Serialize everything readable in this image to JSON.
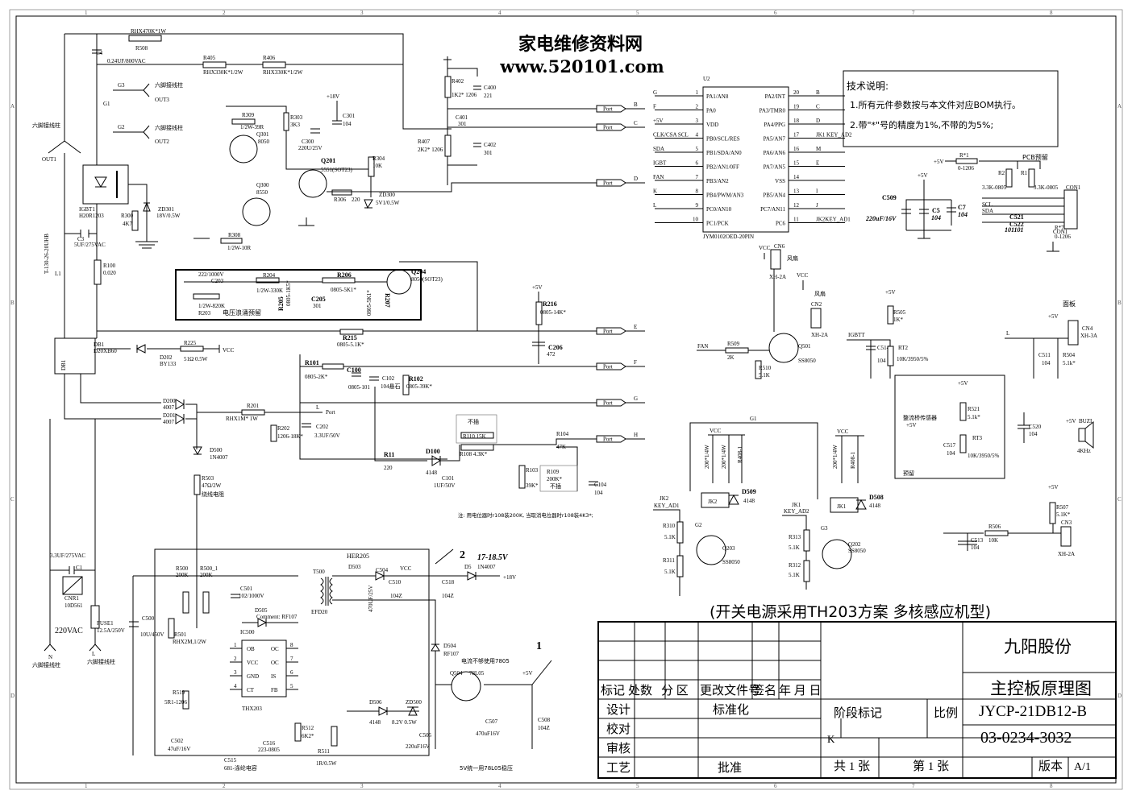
{
  "watermark": {
    "line1": "家电维修资料网",
    "line2": "www.520101.com"
  },
  "grid": {
    "cols": [
      "1",
      "2",
      "3",
      "4",
      "5",
      "6",
      "7",
      "8"
    ],
    "rows": [
      "A",
      "B",
      "C",
      "D"
    ]
  },
  "notes": {
    "title": "技术说明:",
    "line1": "1.所有元件参数按与本文件对应BOM执行。",
    "line2": "2.带\"*\"号的精度为1%,不带的为5%;"
  },
  "subtitle": "(开关电源采用TH203方案  多核感应机型)",
  "mcu": {
    "ref": "U2",
    "part": "JYM0102OED-20PIN",
    "left_pins": [
      {
        "num": "1",
        "name": "PA1/AN8",
        "net": "G"
      },
      {
        "num": "2",
        "name": "PA0",
        "net": "F"
      },
      {
        "num": "3",
        "name": "VDD",
        "net": "+5V"
      },
      {
        "num": "4",
        "name": "PB0/SCL/RES",
        "net": "CLK/CSA SCL"
      },
      {
        "num": "5",
        "name": "PB1/SDA/AN0",
        "net": "SDA"
      },
      {
        "num": "6",
        "name": "PB2/AN1/0FF",
        "net": "IGBT"
      },
      {
        "num": "7",
        "name": "PB3/AN2",
        "net": "FAN"
      },
      {
        "num": "8",
        "name": "PB4/PWM/AN3",
        "net": "K"
      },
      {
        "num": "9",
        "name": "PC0/AN10",
        "net": "L"
      },
      {
        "num": "10",
        "name": "PC1/PCK",
        "net": ""
      }
    ],
    "right_pins": [
      {
        "num": "20",
        "name": "PA2/INT",
        "net": "B"
      },
      {
        "num": "19",
        "name": "PA3/TMR0",
        "net": "C"
      },
      {
        "num": "18",
        "name": "PA4/PPG",
        "net": "D"
      },
      {
        "num": "17",
        "name": "PA5/AN7",
        "net": "JK1 KEY_AD2"
      },
      {
        "num": "16",
        "name": "PA6/AN6",
        "net": "M"
      },
      {
        "num": "15",
        "name": "PA7/AN5",
        "net": "E"
      },
      {
        "num": "14",
        "name": "VSS",
        "net": ""
      },
      {
        "num": "13",
        "name": "PB5/AN4",
        "net": "I"
      },
      {
        "num": "12",
        "name": "PC7/AN11",
        "net": "J"
      },
      {
        "num": "11",
        "name": "PC6",
        "net": "JK2KEY_AD1"
      }
    ]
  },
  "labels": {
    "out1": "OUT1",
    "six_pin": "六脚接线柱",
    "g3": "G3",
    "out3": "OUT3",
    "g2": "G2",
    "out2": "OUT2",
    "r508": "RHX470K*1W",
    "r508_ref": "R508",
    "c4": "C4",
    "c4_val": "0.24UF/800VAC",
    "r405": "R405",
    "r405_val": "RHX330K*1/2W",
    "r406": "R406",
    "r406_val": "RHX330K*1/2W",
    "r402": "R402",
    "r402_val": "1K2* 1206",
    "c400": "C400",
    "c400_val": "221",
    "c401": "C401",
    "c401_val": "301",
    "r407": "R407",
    "r407_val": "2K2* 1206",
    "c402": "C402",
    "c402_val": "301",
    "g1": "G1",
    "plus18": "+18V",
    "r309": "R309",
    "r309_val": "1/2W-39R",
    "q301": "Q301",
    "q301_val": "8050",
    "r303": "R303",
    "r303_val": "3K3",
    "c301": "C301",
    "c301_val": "104",
    "c300": "C300",
    "c300_val": "220U/25V",
    "q201": "Q201",
    "q201_val": "5551(SOT23)",
    "r304": "R304",
    "r304_val": "10K",
    "q300": "Q300",
    "q300_val": "8550",
    "r306": "R306",
    "r306_val": "220",
    "zd300": "ZD300",
    "zd300_val": "5V1/0.5W",
    "igbt": "IGBT1",
    "igbt_val": "H20R1203",
    "r300": "R300",
    "r300_val": "4K7",
    "zd301": "ZD301",
    "zd301_val": "18V/0.5W",
    "r308": "R308",
    "r308_val": "1/2W-10R",
    "c3": "C3",
    "c3_val": "5UF/275VAC",
    "l1": "L1",
    "l1_val": "T-130-26-20UHB",
    "r100": "R100",
    "r100_val": "0.020",
    "c203": "222/1000V",
    "c203_ref": "C203",
    "r204": "R204",
    "r204_val": "1/2W-330K",
    "r206": "R206",
    "r206_val": "0805-5K1*",
    "r205": "R205",
    "r205_val": "0805-1K5*",
    "c205": "C205",
    "c205_val": "301",
    "r207": "R207",
    "r207_val": "0805-5K1*",
    "r203": "R203",
    "r203_val": "1/2W-820K",
    "surge_note": "电压浪涌预留",
    "q204": "Q204",
    "q204_val": "8050(SOT23)",
    "r215": "R215",
    "r215_val": "0805-5.1K*",
    "r216": "R216",
    "r216_val": "0805-14K*",
    "c206": "C206",
    "c206_val": "472",
    "plus5": "+5V",
    "db1": "DB1",
    "db1_val": "D20XB60",
    "d202": "D202",
    "d202_val": "BY133",
    "r225": "R225",
    "r225_val": "51Ω 0.5W",
    "vcc": "VCC",
    "r101": "R101",
    "r101_val": "0805-2K*",
    "c100": "C100",
    "c100_val": "0805-101",
    "c102": "C102",
    "c102_val": "104悬石",
    "r102": "R102",
    "r102_val": "0805-39K*",
    "d200": "D200",
    "d200_val": "4007",
    "d201": "D201",
    "d201_val": "4007",
    "r201": "R201",
    "r201_val": "RHX1M* 1W",
    "r202": "R202",
    "r202_val": "1206-18K*",
    "c202": "C202",
    "c202_val": "3.3UF/50V",
    "d500": "D500",
    "d500_val": "1N4007",
    "r503": "R503",
    "r503_val": "47Ω/2W",
    "r503_note": "绕线电阻",
    "r11": "R11",
    "r11_val": "220",
    "d100": "D100",
    "d100_val": "4148",
    "c101": "C101",
    "c101_val": "1UF/50V",
    "no_fit": "不插",
    "r110": "R110  15K",
    "r108": "R108 4.3K*",
    "r103": "R103",
    "r103_val": "39K*",
    "r109": "R109",
    "r109_val": "200K*",
    "r109_note": "不插",
    "r104": "R104",
    "r104_val": "47K",
    "c104": "C104",
    "c104_val": "104",
    "pot_note": "注: 用电位器时r108装200K, 当取消电位器时r108装4K3*;",
    "port": "Port",
    "c1": "C1",
    "c1_val": "3.3UF/275VAC",
    "cnr1": "CNR1",
    "cnr1_val": "10D561",
    "ac220": "220VAC",
    "fuse": "FUSE1",
    "fuse_val": "12.5A/250V",
    "n": "N",
    "l": "L",
    "c500": "C500",
    "c500_val": "10U/450V",
    "r500": "R500",
    "r500_val": "200K",
    "r500_1": "R500_1",
    "r500_1_val": "200K",
    "r501": "R501",
    "r501_val": "RHX2M,1/2W",
    "c501": "C501",
    "c501_val": "102/1000V",
    "t500": "T500",
    "t500_val": "EFD20",
    "her205": "HER205",
    "d503": "D503",
    "c504": "C504",
    "c504_val": "470UF/25V",
    "c510": "C510",
    "c510_val": "104Z",
    "c518": "C518",
    "c518_val": "104Z",
    "d5": "D5",
    "d5_val": "1N4007",
    "v1718": "17-18.5V",
    "plus18b": "+18V",
    "d505": "D505",
    "d505_val": "Comment: RF107",
    "ic500": "IC500",
    "ic500_val": "THX203",
    "ic_pins_l": [
      "OB",
      "VCC",
      "GND",
      "CT"
    ],
    "ic_pins_r": [
      "OC",
      "OC",
      "IS",
      "FB"
    ],
    "r519": "R519",
    "r519_val": "5R1-1206",
    "c502": "C502",
    "c502_val": "47uF/16V",
    "c515": "C515",
    "c515_val": "681-涤纶电容",
    "c516": "C516",
    "c516_val": "223-0805",
    "r512": "R512",
    "r512_val": "6K2*",
    "r511": "R511",
    "r511_val": "1R/0.5W",
    "d506": "D506",
    "d506_val": "4148",
    "zd500": "ZD500",
    "zd500_val": "8.2V 0.5W",
    "d504": "D504",
    "d504_val": "RF107",
    "q504": "Q504",
    "q504_val": "78L05",
    "cur_note": "电流不够使用7805",
    "c507": "C507",
    "c507_val": "470uF16V",
    "c508": "C508",
    "c508_val": "104Z",
    "c505": "C505",
    "c505_val": "220uF16V",
    "v5_note": "5V统一用78L05稳压",
    "mark1": "1",
    "mark2": "2",
    "cn6": "CN6",
    "fan1": "风扇",
    "xh2a": "XH-2A",
    "cn2": "CN2",
    "fan2": "风扇",
    "r509": "R509",
    "r509_val": "2K",
    "r510": "R510",
    "r510_val": "5.1K",
    "q501": "Q501",
    "q501_val": "SS8050",
    "fan": "FAN",
    "r505": "R505",
    "r505_val": "1K*",
    "igbtt": "IGBTT",
    "c514": "C514",
    "c514_val": "104",
    "rt2": "RT2",
    "rt2_val": "10K/3950/5%",
    "panel": "面板",
    "cn4": "CN4",
    "cn4_val": "XH-3A",
    "c511": "C511",
    "c511_val": "104",
    "r504": "R504",
    "r504_val": "5.1k*",
    "sensor": "整流桥传感器",
    "r521": "R521",
    "r521_val": "5.1k*",
    "c517": "C517",
    "c517_val": "104",
    "rt3": "RT3",
    "rt3_val": "10K/3950/5%",
    "reserve": "预留",
    "c520": "C520",
    "c520_val": "104",
    "buzi": "BUZI",
    "buzi_val": "4KHz",
    "jk2": "JK2",
    "key_ad1": "KEY_AD1",
    "r310": "R310",
    "r310_val": "5.1K",
    "r311": "R311",
    "r311_val": "5.1K",
    "q203": "Q203",
    "q203_val": "SS8050",
    "jk1": "JK1",
    "key_ad2": "KEY_AD2",
    "r313": "R313",
    "r313_val": "5.1K",
    "r312": "R312",
    "r312_val": "5.1K",
    "q202": "Q202",
    "q202_val": "SS8050",
    "d509": "D509",
    "d509_val": "4148",
    "d508": "D508",
    "d508_val": "4148",
    "r405a": "200*1/4W",
    "r406a": "200*1/4W",
    "r408": "R408-1",
    "r507": "R507",
    "r507_val": "5.1K*",
    "cn3": "CN3",
    "r506": "R506",
    "r506_val": "10K",
    "c513": "C513",
    "c513_val": "104",
    "r_star1": "R*1",
    "r_star1_val": "0-1206",
    "r2": "R2",
    "r1": "R1",
    "r2_val": "3.3K-0805",
    "r1_val": "3.3K-0805",
    "pcb_note": "PCB预留",
    "con1": "CON1",
    "c509": "C509",
    "c509_val": "220uF/16V",
    "c5": "C5",
    "c5_val": "104",
    "c7": "C7",
    "c7_val": "104",
    "c521": "C521",
    "c522": "C522",
    "c52x_val": "101101",
    "r_star7": "R*7",
    "r_star7_val": "0-1206",
    "scl": "SCL",
    "sda": "SDA"
  },
  "title_block": {
    "company": "九阳股份",
    "drawing_title": "主控板原理图",
    "model": "JYCP-21DB12-B",
    "drawing_no": "03-0234-3032",
    "headers": [
      "标记",
      "处数",
      "分 区",
      "更改文件号",
      "签名",
      "年 月 日"
    ],
    "design": "设计",
    "standard": "标准化",
    "check": "校对",
    "review": "审核",
    "craft": "工艺",
    "approve": "批准",
    "stage": "阶段标记",
    "scale": "比例",
    "k": "K",
    "total": "共 1 张",
    "sheet": "第 1 张",
    "version_label": "版本",
    "version": "A/1"
  }
}
